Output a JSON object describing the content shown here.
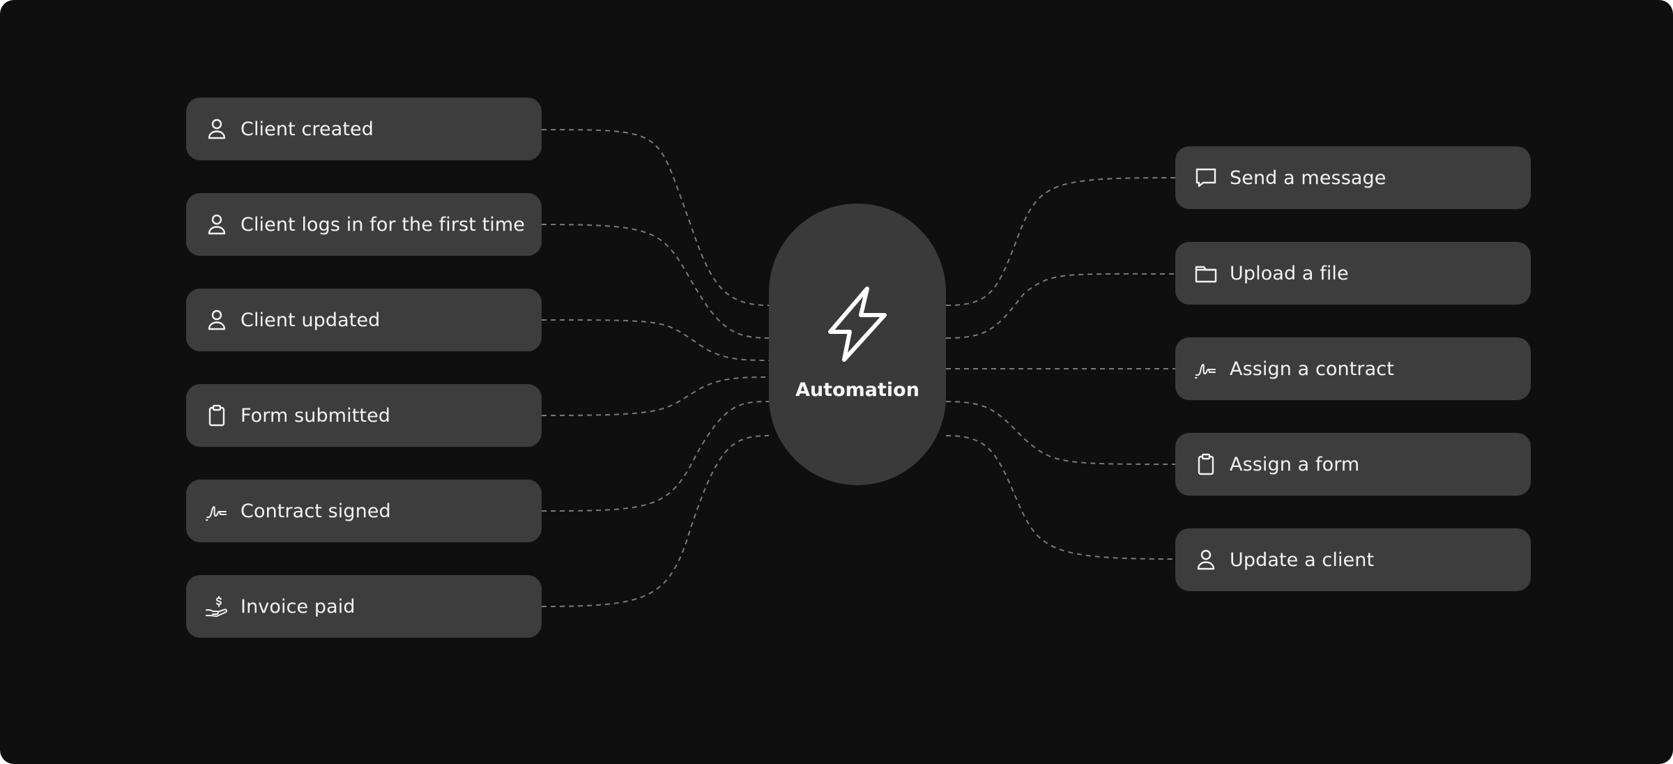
{
  "hub": {
    "label": "Automation",
    "icon": "lightning-bolt-icon"
  },
  "triggers": [
    {
      "label": "Client created",
      "icon": "user-icon"
    },
    {
      "label": "Client logs in for the first time",
      "icon": "user-icon"
    },
    {
      "label": "Client updated",
      "icon": "user-icon"
    },
    {
      "label": "Form submitted",
      "icon": "clipboard-icon"
    },
    {
      "label": "Contract signed",
      "icon": "signature-icon"
    },
    {
      "label": "Invoice paid",
      "icon": "hand-dollar-icon"
    }
  ],
  "actions": [
    {
      "label": "Send a message",
      "icon": "message-icon"
    },
    {
      "label": "Upload a file",
      "icon": "folder-icon"
    },
    {
      "label": "Assign a contract",
      "icon": "signature-icon"
    },
    {
      "label": "Assign a form",
      "icon": "clipboard-icon"
    },
    {
      "label": "Update a client",
      "icon": "user-icon"
    }
  ],
  "colors": {
    "background": "#0f0f0f",
    "card": "#3d3d3d",
    "hub": "#3a3a3a",
    "text": "#f2f2f2",
    "connector": "#7a7a7a"
  }
}
